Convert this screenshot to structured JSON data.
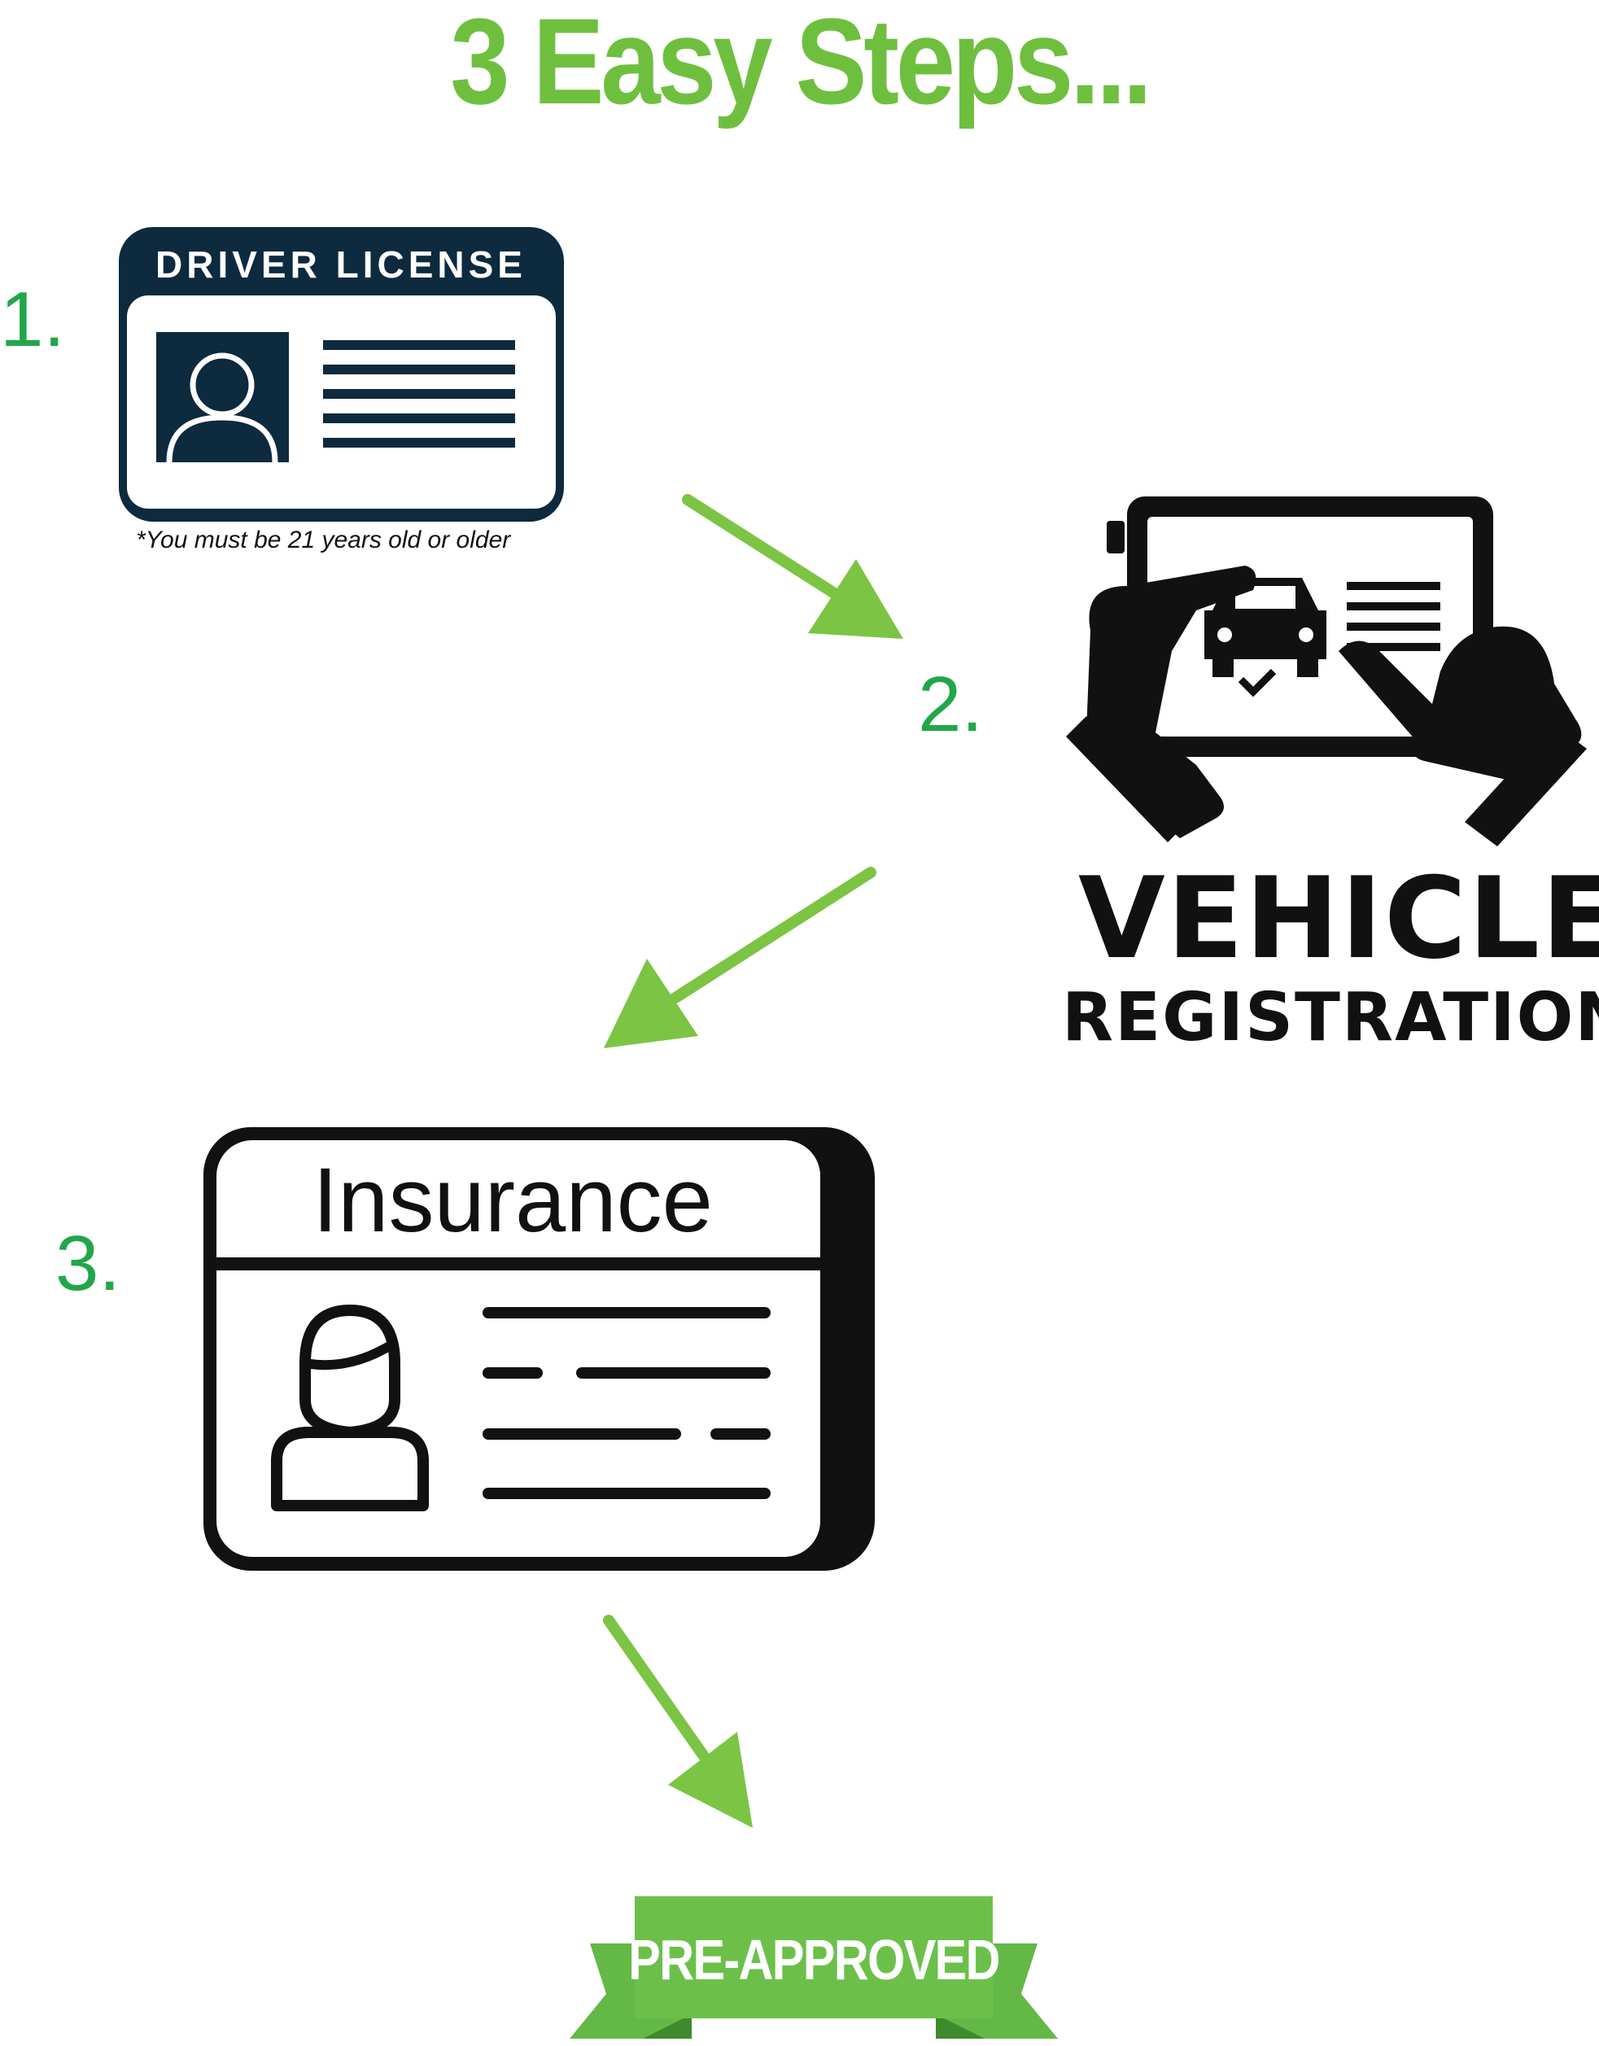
{
  "title": "3 Easy Steps...",
  "steps": [
    {
      "number": "1.",
      "icon": "driver-license-card-icon",
      "card_label": "DRIVER LICENSE",
      "note": "*You must be 21 years old or older"
    },
    {
      "number": "2.",
      "icon": "vehicle-registration-tablet-icon",
      "line1": "VEHICLE",
      "line2": "REGISTRATION"
    },
    {
      "number": "3.",
      "icon": "insurance-card-icon",
      "card_label": "Insurance"
    }
  ],
  "result": {
    "icon": "ribbon-banner-icon",
    "label": "PRE-APPROVED"
  },
  "colors": {
    "title": "#6fbf3f",
    "numbers": "#22a64a",
    "arrows": "#7cc443",
    "license_card": "#0d2a3e",
    "banner": "#63b846",
    "banner_dark": "#3f8a2c",
    "icons": "#111111"
  }
}
